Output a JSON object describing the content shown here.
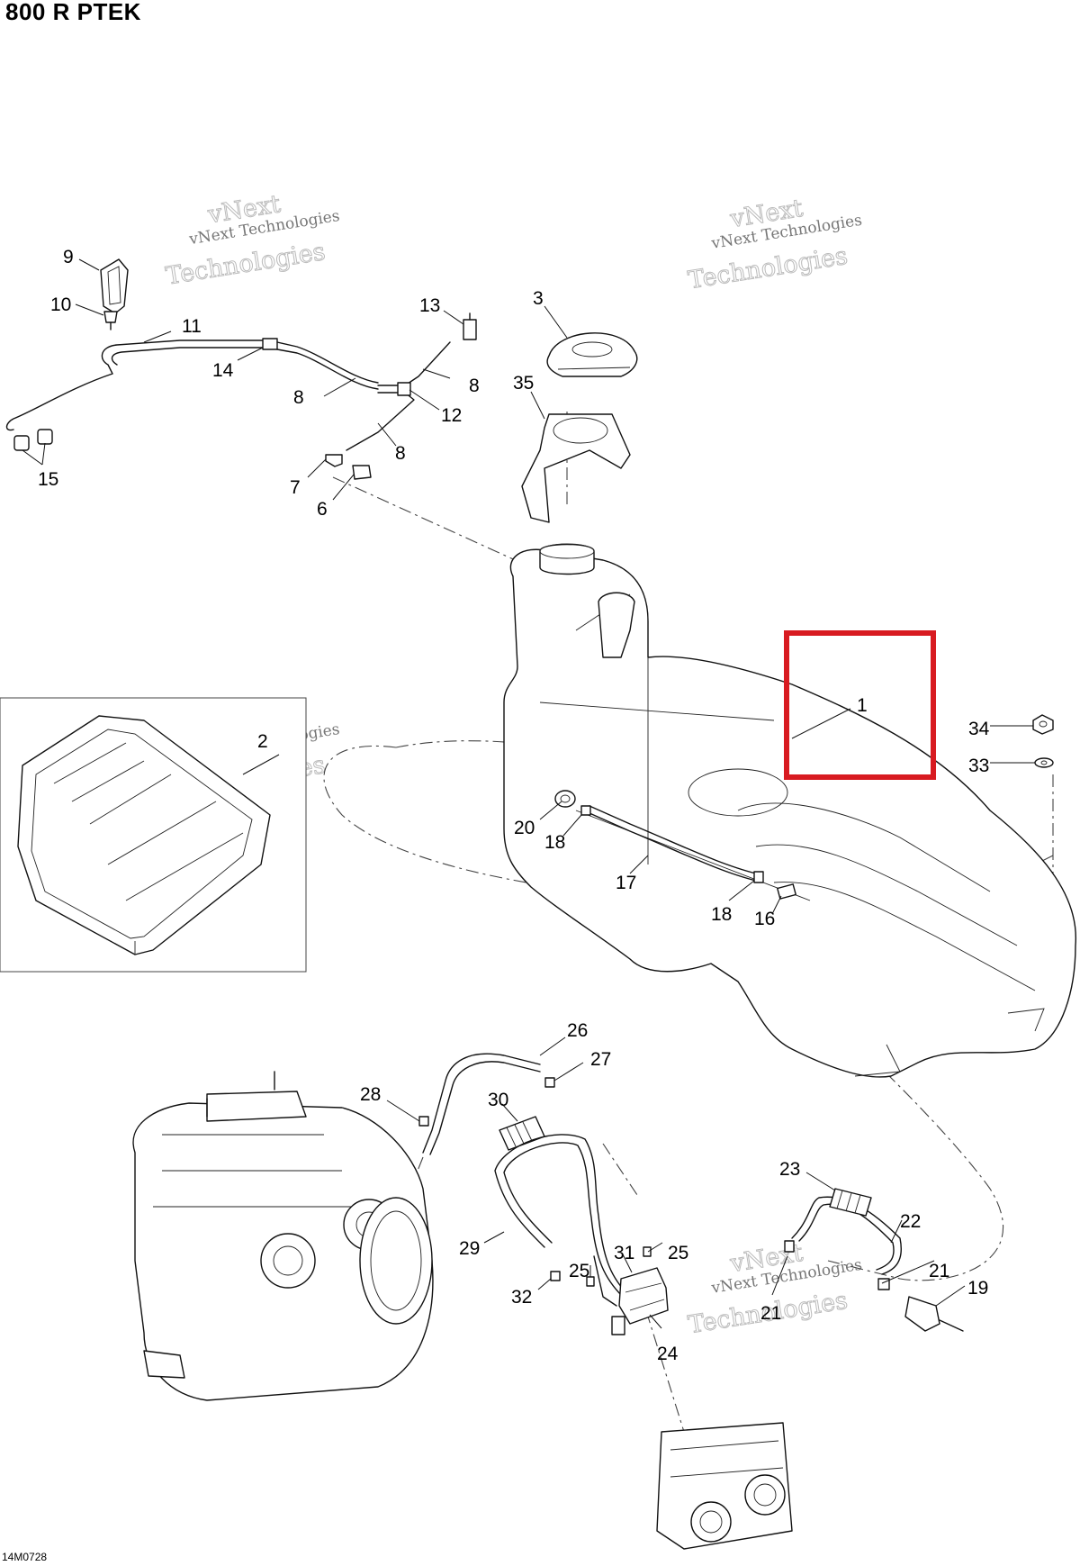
{
  "title": "800 R PTEK",
  "figure_code": "14M0728",
  "watermark": {
    "line_small": "vNext Technologies",
    "line_large": "Technologies",
    "line_top": "vNext"
  },
  "callouts": {
    "c1": "1",
    "c2": "2",
    "c3": "3",
    "c6": "6",
    "c7": "7",
    "c8a": "8",
    "c8b": "8",
    "c8c": "8",
    "c9": "9",
    "c10": "10",
    "c11": "11",
    "c12": "12",
    "c13": "13",
    "c14": "14",
    "c15": "15",
    "c16": "16",
    "c17": "17",
    "c18a": "18",
    "c18b": "18",
    "c19": "19",
    "c20": "20",
    "c21a": "21",
    "c21b": "21",
    "c22": "22",
    "c23": "23",
    "c24": "24",
    "c25a": "25",
    "c25b": "25",
    "c26": "26",
    "c27": "27",
    "c28": "28",
    "c29": "29",
    "c30": "30",
    "c31": "31",
    "c32": "32",
    "c33": "33",
    "c34": "34",
    "c35": "35"
  },
  "highlight": {
    "color": "#d81b21",
    "target_callout": "1"
  }
}
